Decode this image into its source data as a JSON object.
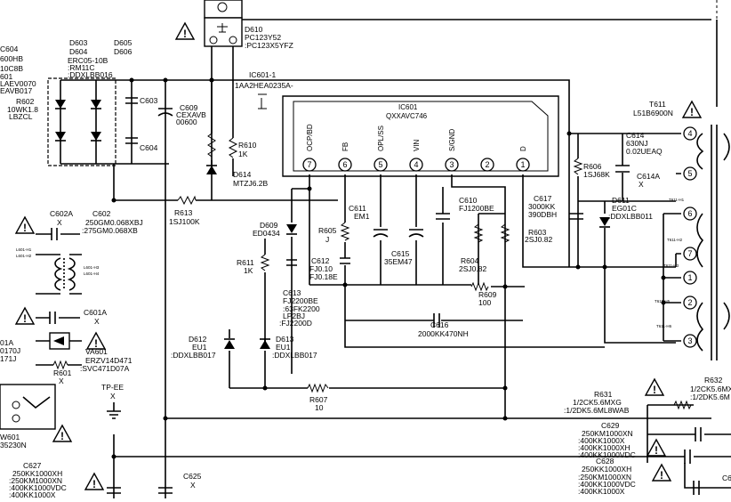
{
  "ic": {
    "ref": "IC601",
    "part": "QXXAVC746",
    "pin_names": [
      "OCP/BD",
      "FB",
      "OPL/SS",
      "VIN",
      "S/GND",
      "",
      "D"
    ],
    "pin_numbers": [
      "7",
      "6",
      "5",
      "4",
      "3",
      "2",
      "1"
    ]
  },
  "photocoupler": {
    "ref": "D610",
    "part_a": "PC123Y52",
    "part_b": ":PC123X5YFZ"
  },
  "transformer": {
    "ref": "T611",
    "part": "L51B6900N",
    "pins": [
      "4",
      "5",
      "6",
      "7",
      "1",
      "2",
      "3"
    ],
    "small_labels": [
      "T611-H1",
      "T611-H2",
      "T611-H3",
      "T611-H5",
      "T611-H6"
    ]
  },
  "bridge": {
    "refs": "D603\nD604",
    "refs_right": "D605\nD606",
    "part_a": "ERC05-10B",
    "part_b": ":RM11C",
    "part_c": ":DDXLBB016"
  },
  "left_edge": {
    "c604_ref": "C604",
    "lines": [
      "600HB",
      "10C8B",
      "601",
      "LAEV0070",
      "EAVB017"
    ]
  },
  "labels": {
    "ic601_1": "IC601-1",
    "ic601_1_part": "1AA2HEA0235A-",
    "r602": "R602",
    "r602_val": "10WK1.8",
    "r602_val2": "LBZCL",
    "c603": "C603",
    "c604": "C604",
    "c609": "C609",
    "c609_val": "CEXAVB",
    "c609_val2": "00600",
    "r610": "R610",
    "r610_val": "1K",
    "d614": "D614",
    "d614_val": "MTZJ6.2B",
    "r613": "R613",
    "r613_val": "1SJ100K",
    "c602a": "C602A",
    "c602a_val": "X",
    "c602": "C602",
    "c602_val": "250GM0.068XBJ",
    "c602_val2": ":275GM0.068XB",
    "c611": "C611",
    "c611_val": "EM1",
    "c610": "C610",
    "c610_val": "FJ1200BE",
    "c617": "C617",
    "c617_val": "3000KK",
    "c617_val2": "390DBH",
    "r606": "R606",
    "r606_val": "1SJ68K",
    "c614": "C614",
    "c614_val": "630NJ",
    "c614_val2": "0.02UEAQ",
    "c614a": "C614A",
    "c614a_val": "X",
    "d611": "D611",
    "d611_val": "EG01C",
    "d611_val2": ":DDXLBB011",
    "d609": "D609",
    "d609_val": "ED0434",
    "r605": "R605",
    "r605_val": "J",
    "c615": "C615",
    "c615_val": "35EM47",
    "r603": "R603",
    "r603_val": "2SJ0.82",
    "r604": "R604",
    "r604_val": "2SJ0.82",
    "r609": "R609",
    "r609_val": "100",
    "r611": "R611",
    "r611_val": "1K",
    "c612": "C612",
    "c612_val": "FJ0.10",
    "c612_val2": "FJ0.18E",
    "c613": "C613",
    "c613_val": "FJ2200BE",
    "c613_val2": ":63FK2200",
    "c613_val3": "LP2BJ",
    "c613_val4": ":FJ2200D",
    "c616": "C616",
    "c616_val": "2000KK470NH",
    "c601a": "C601A",
    "c601a_val": "X",
    "d601a": "01A",
    "d601a_val": "0170J",
    "d601a_val2": "171J",
    "va601": "VA601",
    "va601_val": "ERZV14D471",
    "va601_val2": ":SVC471D07A",
    "r601": "R601",
    "r601_val": "X",
    "tpee": "TP-EE",
    "tpee_val": "X",
    "d612": "D612",
    "d612_val": "EU1",
    "d612_val2": ":DDXLBB017",
    "d613": "D613",
    "d613_val": "EU1",
    "d613_val2": ":DDXLBB017",
    "r607": "R607",
    "r607_val": "10",
    "r631": "R631",
    "r631_val": "1/2CK5.6MXG",
    "r631_val2": ":1/2DK5.6ML8WAB",
    "r632": "R632",
    "r632_val": "1/2CK5.6MX",
    "r632_val2": ":1/2DK5.6M",
    "c629": "C629",
    "c629_v1": "250KM1000XN",
    "c629_v2": ":400KK1000X",
    "c629_v3": ":400KK1000XH",
    "c629_v4": ":400KK1000VDC",
    "c628": "C628",
    "c628_v1": "250KK1000XH",
    "c628_v2": ":250KM1000XN",
    "c628_v3": ":400KK1000VDC",
    "c628_v4": ":400KK1000X",
    "c627": "C627",
    "c627_v1": "250KK1000XH",
    "c627_v2": ":250KM1000XN",
    "c627_v3": ":400KK1000VDC",
    "c627_v4": ":400KK1000X",
    "c625": "C625",
    "c625_val": "X",
    "w601": "W601",
    "w601_val": "35230N",
    "c6_right": "C6"
  }
}
